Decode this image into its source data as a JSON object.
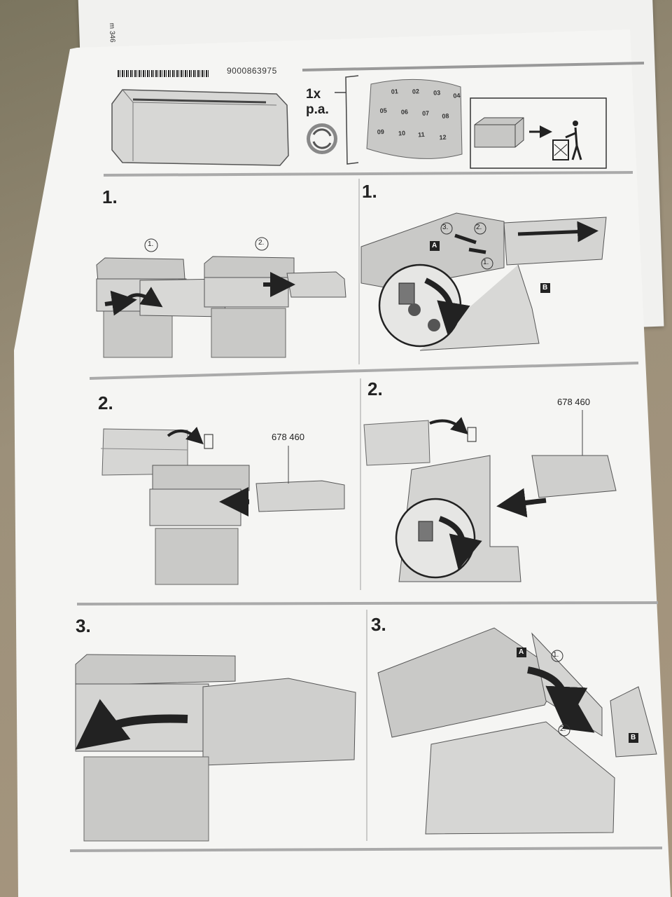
{
  "header": {
    "part_number": "9000863975",
    "quantity": "1x",
    "quantity_unit": "p.a.",
    "calendar_months": [
      "01",
      "02",
      "03",
      "04",
      "05",
      "06",
      "07",
      "08",
      "09",
      "10",
      "11",
      "12"
    ]
  },
  "back_sheet": {
    "corner_text": "m 346"
  },
  "steps": {
    "left": [
      "1.",
      "2.",
      "3."
    ],
    "right": [
      "1.",
      "2.",
      "3."
    ]
  },
  "sub_steps": {
    "one": "1.",
    "two": "2.",
    "three": "3."
  },
  "panels": {
    "a": "A",
    "b": "B"
  },
  "filter_model": "678 460",
  "icons": [
    "recycle-icon",
    "trash-can-icon",
    "arrow-icon",
    "hand-icon"
  ]
}
